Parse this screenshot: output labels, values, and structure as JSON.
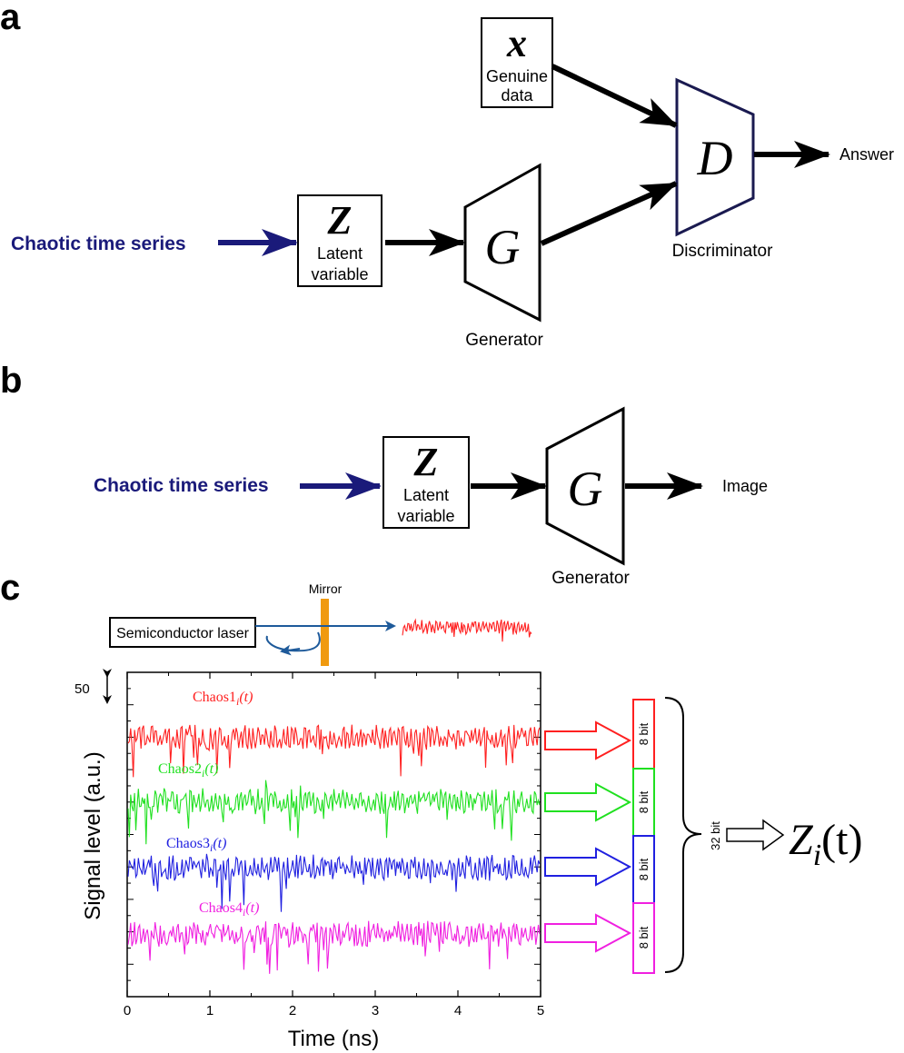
{
  "panels": {
    "a": "a",
    "b": "b",
    "c": "c"
  },
  "panel_a": {
    "input_label": "Chaotic time series",
    "latent_symbol": "Z",
    "latent_line1": "Latent",
    "latent_line2": "variable",
    "generator_symbol": "G",
    "generator_label": "Generator",
    "genuine_symbol": "x",
    "genuine_line1": "Genuine",
    "genuine_line2": "data",
    "discriminator_symbol": "D",
    "discriminator_label": "Discriminator",
    "output_label": "Answer"
  },
  "panel_b": {
    "input_label": "Chaotic time series",
    "latent_symbol": "Z",
    "latent_line1": "Latent",
    "latent_line2": "variable",
    "generator_symbol": "G",
    "generator_label": "Generator",
    "output_label": "Image"
  },
  "panel_c": {
    "laser_label": "Semiconductor laser",
    "mirror_label": "Mirror",
    "scale_label": "50",
    "bit_label": "8 bit",
    "total_bits_label": "32 bit",
    "result_symbol": "Z",
    "result_subscript": "i",
    "result_arg": "(t)"
  },
  "colors": {
    "navy": "#1a1a7a",
    "chaos1": "#ff2020",
    "chaos2": "#20e020",
    "chaos3": "#2020e0",
    "chaos4": "#f020e0",
    "mirror": "#f09a10",
    "beam": "#1e5a9a"
  },
  "chart_data": {
    "type": "line",
    "xlabel": "Time (ns)",
    "ylabel": "Signal level (a.u.)",
    "xlim": [
      0,
      5
    ],
    "x_ticks": [
      "0",
      "1",
      "2",
      "3",
      "4",
      "5"
    ],
    "series": [
      {
        "name": "Chaos1",
        "name_sub": "i",
        "name_arg": "(t)",
        "color": "#ff2020"
      },
      {
        "name": "Chaos2",
        "name_sub": "i",
        "name_arg": "(t)",
        "color": "#20e020"
      },
      {
        "name": "Chaos3",
        "name_sub": "i",
        "name_arg": "(t)",
        "color": "#2020e0"
      },
      {
        "name": "Chaos4",
        "name_sub": "i",
        "name_arg": "(t)",
        "color": "#f020e0"
      }
    ]
  }
}
